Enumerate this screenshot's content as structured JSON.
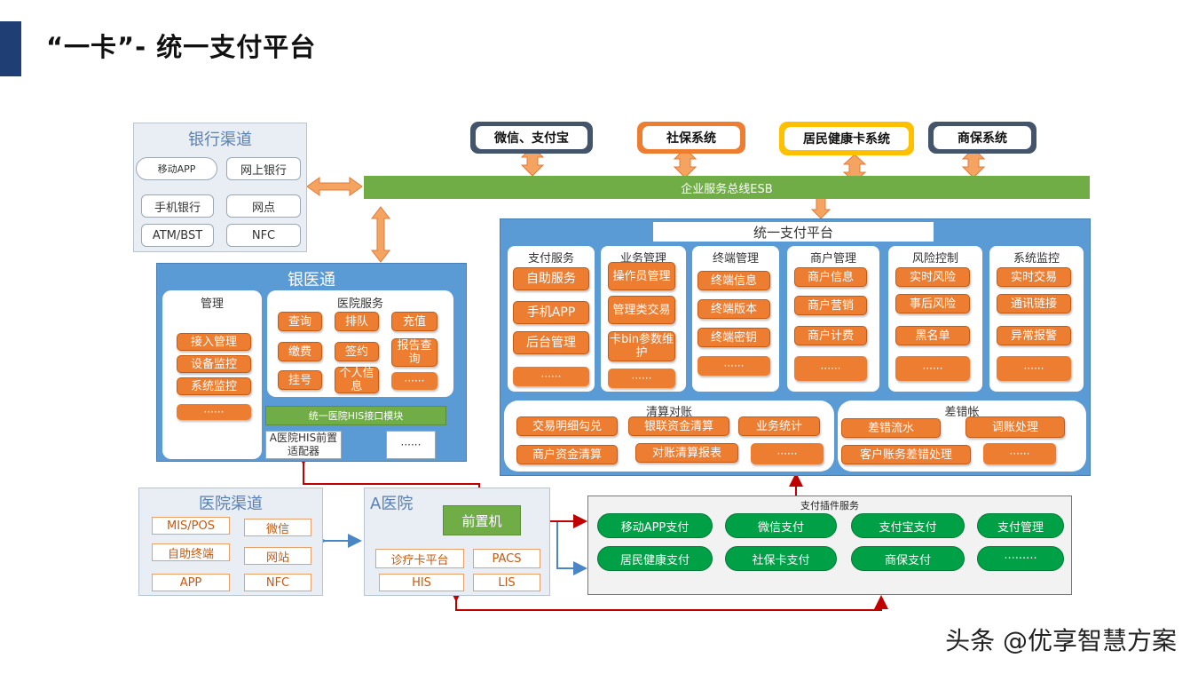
{
  "header": {
    "title": "“一卡”- 统一支付平台"
  },
  "bank_channel": {
    "title": "银行渠道",
    "items": [
      "移动APP",
      "网上银行",
      "手机银行",
      "网点",
      "ATM/BST",
      "NFC"
    ]
  },
  "external_systems": [
    "微信、支付宝",
    "社保系统",
    "居民健康卡系统",
    "商保系统"
  ],
  "esb": {
    "label": "企业服务总线ESB"
  },
  "yinyitong": {
    "title": "银医通",
    "management": {
      "title": "管理",
      "items": [
        "接入管理",
        "设备监控",
        "系统监控",
        "······"
      ]
    },
    "hospital_service": {
      "title": "医院服务",
      "items": [
        "查询",
        "排队",
        "充值",
        "缴费",
        "签约",
        "报告查询",
        "挂号",
        "个人信息",
        "······"
      ]
    },
    "his_module": "统一医院HIS接口模块",
    "adapter": "A医院HIS前置适配器",
    "adapter_more": "······"
  },
  "unified_platform": {
    "title": "统一支付平台",
    "columns": [
      {
        "title": "支付服务",
        "items": [
          "自助服务",
          "手机APP",
          "后台管理",
          "······"
        ]
      },
      {
        "title": "业务管理",
        "items": [
          "操作员管理",
          "管理类交易",
          "卡bin参数维护",
          "······"
        ]
      },
      {
        "title": "终端管理",
        "items": [
          "终端信息",
          "终端版本",
          "终端密钥",
          "······"
        ]
      },
      {
        "title": "商户管理",
        "items": [
          "商户信息",
          "商户营销",
          "商户计费",
          "······"
        ]
      },
      {
        "title": "风险控制",
        "items": [
          "实时风险",
          "事后风险",
          "黑名单",
          "······"
        ]
      },
      {
        "title": "系统监控",
        "items": [
          "实时交易",
          "通讯链接",
          "异常报警",
          "······"
        ]
      }
    ],
    "clearing": {
      "title": "清算对账",
      "items": [
        "交易明细勾兑",
        "银联资金清算",
        "业务统计",
        "商户资金清算",
        "对账清算报表",
        "······"
      ]
    },
    "errors": {
      "title": "差错帐",
      "items": [
        "差错流水",
        "调账处理",
        "客户账务差错处理",
        "······"
      ]
    }
  },
  "hospital_channel": {
    "title": "医院渠道",
    "items": [
      "MIS/POS",
      "微信",
      "自助终端",
      "网站",
      "APP",
      "NFC"
    ]
  },
  "hospital_a": {
    "title": "A医院",
    "front": "前置机",
    "items": [
      "诊疗卡平台",
      "PACS",
      "HIS",
      "LIS"
    ]
  },
  "plugin_service": {
    "title": "支付插件服务",
    "items": [
      "移动APP支付",
      "微信支付",
      "支付宝支付",
      "支付管理",
      "居民健康支付",
      "社保卡支付",
      "商保支付",
      "·········"
    ]
  },
  "watermark": "头条 @优享智慧方案",
  "colors": {
    "orange": "#ed7d31",
    "blue": "#5b9bd5",
    "green": "#70ad47",
    "plugin_green": "#00a046",
    "link_red": "#c00000",
    "link_blue": "#4a86c5"
  }
}
